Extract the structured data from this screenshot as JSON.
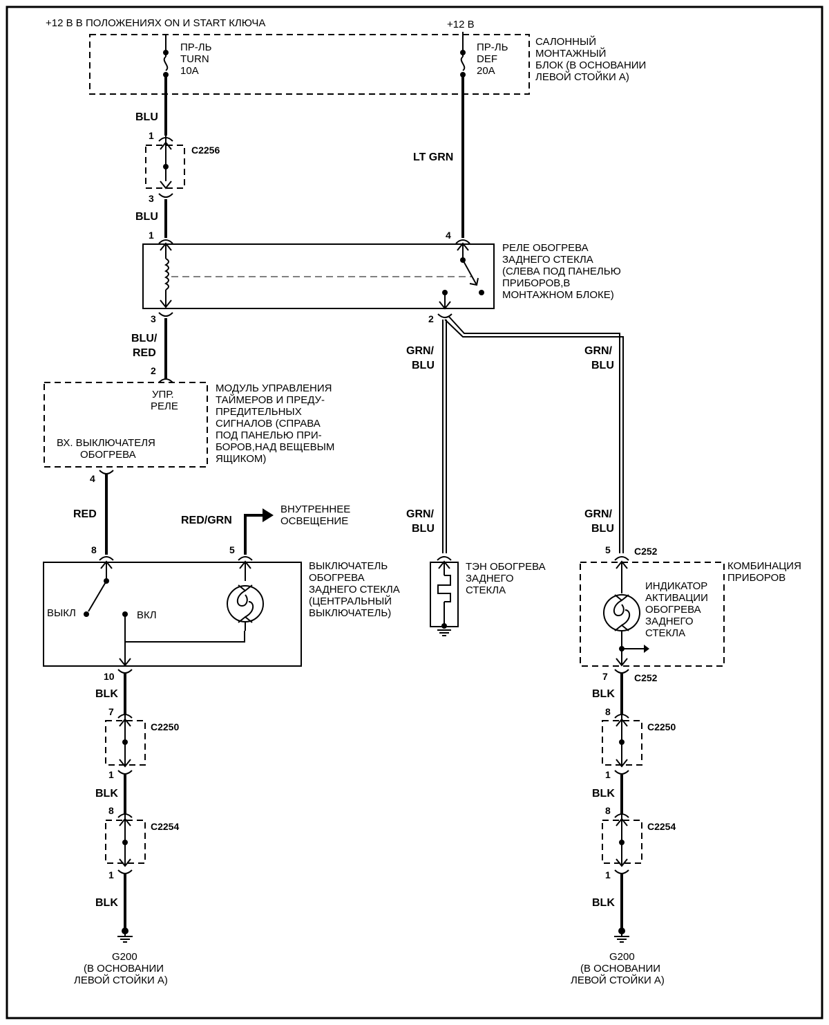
{
  "top": {
    "supply_key": "+12 В В ПОЛОЖЕНИЯХ ON И START КЛЮЧА",
    "supply_12v": "+12 В"
  },
  "fuse_box": {
    "label": [
      "САЛОННЫЙ",
      "МОНТАЖНЫЙ",
      "БЛОК (В ОСНОВАНИИ",
      "ЛЕВОЙ СТОЙКИ А)"
    ],
    "fuse_turn": [
      "ПР-ЛЬ",
      "TURN",
      "10А"
    ],
    "fuse_def": [
      "ПР-ЛЬ",
      "DEF",
      "20А"
    ]
  },
  "wires": {
    "blu_1": "BLU",
    "blu_2": "BLU",
    "lt_grn": "LT GRN",
    "blu_red": [
      "BLU/",
      "RED"
    ],
    "grn_blu_a": [
      "GRN/",
      "BLU"
    ],
    "grn_blu_b": [
      "GRN/",
      "BLU"
    ],
    "grn_blu_c": [
      "GRN/",
      "BLU"
    ],
    "grn_blu_d": [
      "GRN/",
      "BLU"
    ],
    "red": "RED",
    "red_grn": "RED/GRN",
    "blk_l1": "BLK",
    "blk_l2": "BLK",
    "blk_l3": "BLK",
    "blk_r1": "BLK",
    "blk_r2": "BLK",
    "blk_r3": "BLK"
  },
  "connectors": {
    "c2256": "C2256",
    "c2250_l": "C2250",
    "c2254_l": "C2254",
    "c252_top": "C252",
    "c252_bot": "C252",
    "c2250_r": "C2250",
    "c2254_r": "C2254"
  },
  "pins": {
    "p1_c2256": "1",
    "p3_c2256": "3",
    "p1_relay": "1",
    "p4_relay": "4",
    "p3_relay": "3",
    "p2_relay": "2",
    "p2_module": "2",
    "p4_module": "4",
    "p8_switch": "8",
    "p5_switch": "5",
    "p10_switch": "10",
    "p7_c2250_l": "7",
    "p1_c2250_l": "1",
    "p8_c2254_l": "8",
    "p1_c2254_l": "1",
    "p5_cluster": "5",
    "p7_cluster": "7",
    "p8_c2250_r": "8",
    "p1_c2250_r": "1",
    "p8_c2254_r": "8",
    "p1_c2254_r": "1"
  },
  "relay": {
    "label": [
      "РЕЛЕ ОБОГРЕВА",
      "ЗАДНЕГО СТЕКЛА",
      "(СЛЕВА ПОД ПАНЕЛЬЮ",
      "ПРИБОРОВ,В",
      "МОНТАЖНОМ БЛОКЕ)"
    ]
  },
  "module": {
    "label": [
      "МОДУЛЬ УПРАВЛЕНИЯ",
      "ТАЙМЕРОВ И ПРЕДУ-",
      "ПРЕДИТЕЛЬНЫХ",
      "СИГНАЛОВ (СПРАВА",
      "ПОД ПАНЕЛЬЮ ПРИ-",
      "БОРОВ,НАД ВЕЩЕВЫМ",
      "ЯЩИКОМ)"
    ],
    "relay_ctrl": [
      "УПР.",
      "РЕЛЕ"
    ],
    "switch_in": [
      "ВХ. ВЫКЛЮЧАТЕЛЯ",
      "ОБОГРЕВА"
    ]
  },
  "interior_light": [
    "ВНУТРЕННЕЕ",
    "ОСВЕЩЕНИЕ"
  ],
  "switch": {
    "label": [
      "ВЫКЛЮЧАТЕЛЬ",
      "ОБОГРЕВА",
      "ЗАДНЕГО СТЕКЛА",
      "(ЦЕНТРАЛЬНЫЙ",
      "ВЫКЛЮЧАТЕЛЬ)"
    ],
    "off": "ВЫКЛ",
    "on": "ВКЛ"
  },
  "heater": {
    "label": [
      "ТЭН ОБОГРЕВА",
      "ЗАДНЕГО",
      "СТЕКЛА"
    ]
  },
  "cluster": {
    "label": [
      "КОМБИНАЦИЯ",
      "ПРИБОРОВ"
    ],
    "indicator": [
      "ИНДИКАТОР",
      "АКТИВАЦИИ",
      "ОБОГРЕВА",
      "ЗАДНЕГО",
      "СТЕКЛА"
    ]
  },
  "grounds": {
    "left": [
      "G200",
      "(В ОСНОВАНИИ",
      "ЛЕВОЙ СТОЙКИ А)"
    ],
    "right": [
      "G200",
      "(В ОСНОВАНИИ",
      "ЛЕВОЙ СТОЙКИ А)"
    ]
  }
}
